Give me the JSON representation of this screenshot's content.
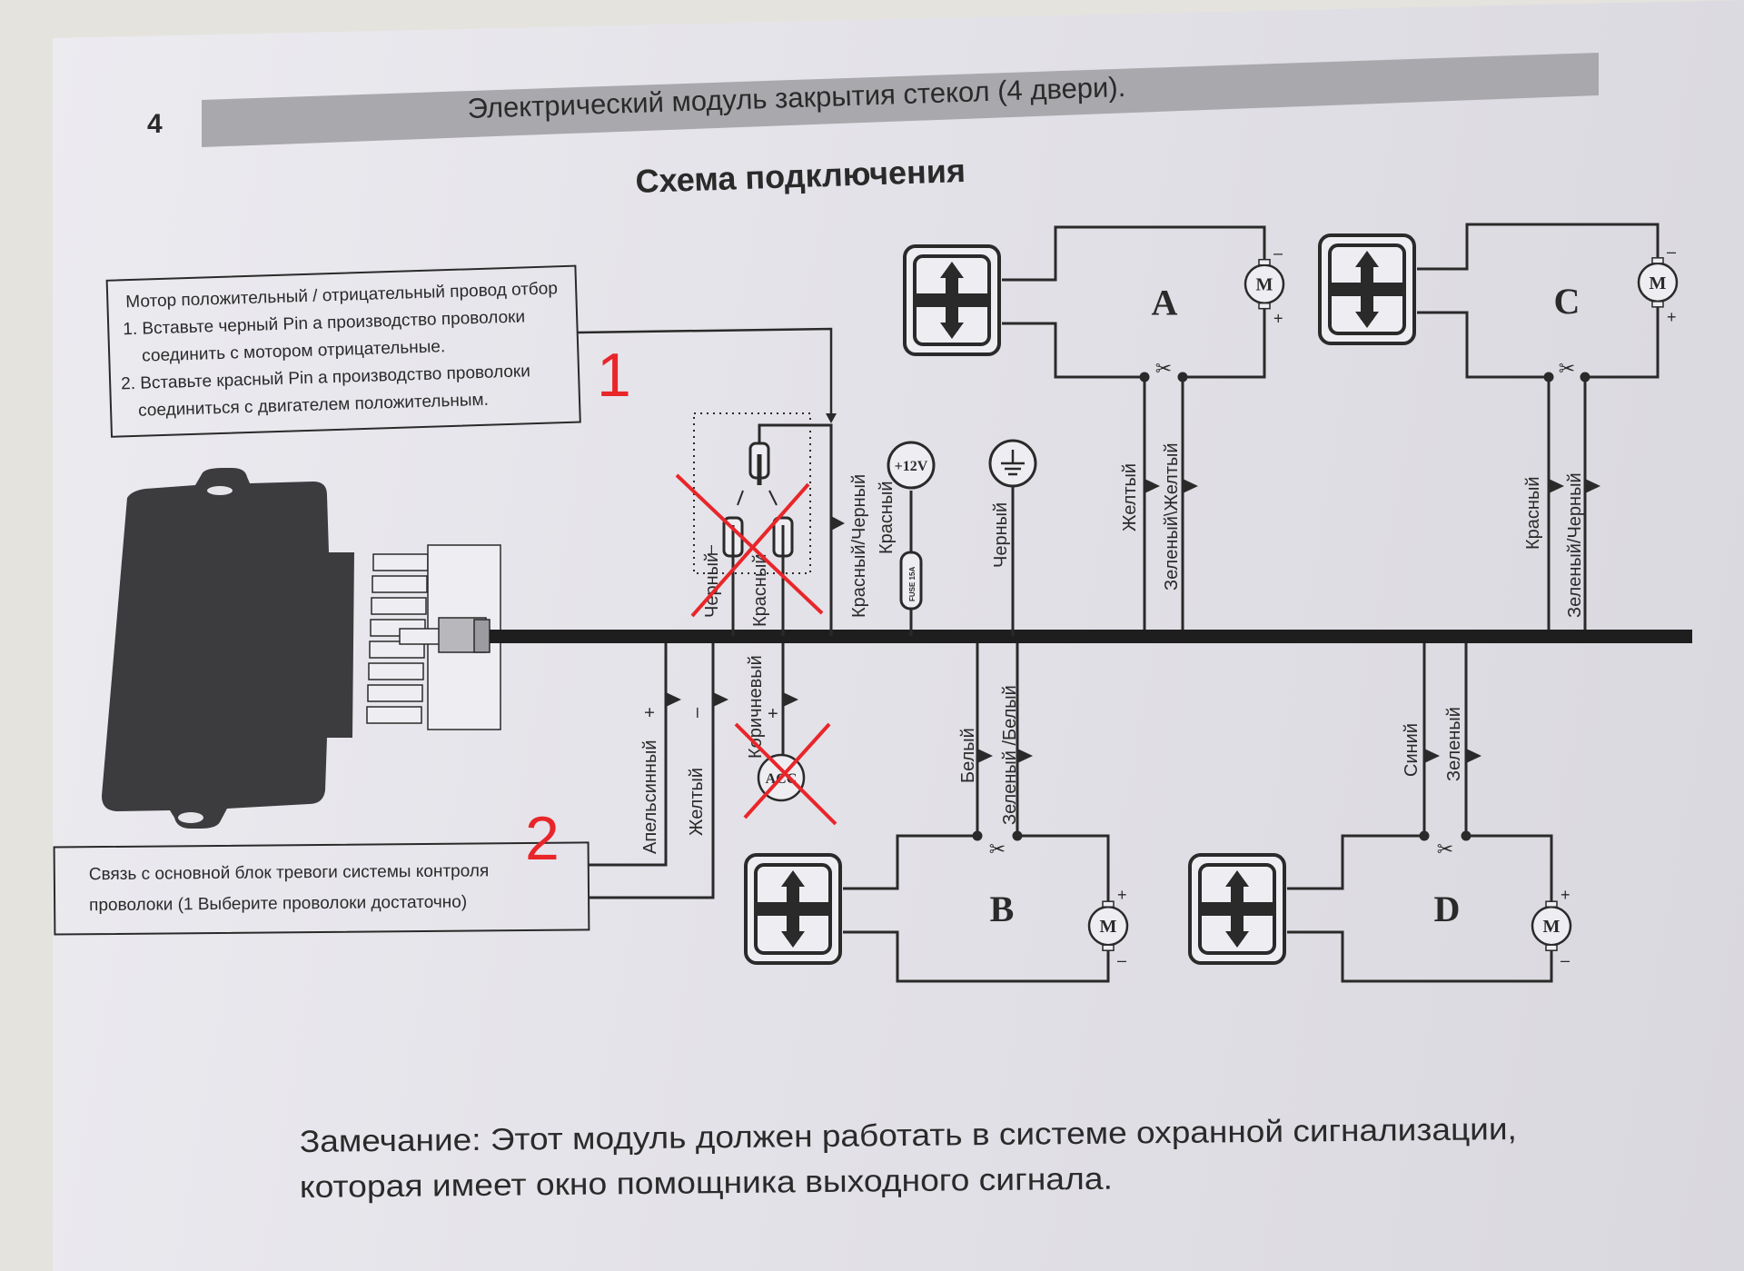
{
  "header": {
    "page_number": "4",
    "title": "Электрический модуль закрытия стекол (4 двери).",
    "subtitle": "Схема подключения"
  },
  "colors": {
    "ink": "#2a2a2a",
    "header_band": "#a9a8ac",
    "annotation_red": "#e8262a",
    "module_body": "#3c3b3e"
  },
  "note_box_top": {
    "lines": [
      "Мотор положительный / отрицательный провод отбор",
      "1. Вставьте черный Pin а производство проволоки",
      "соединить с мотором отрицательные.",
      "2. Вставьте красный Pin а производство проволоки",
      "соединиться с двигателем положительным."
    ]
  },
  "note_box_bottom": {
    "lines": [
      "Связь с основной блок тревоги системы контроля",
      "проволоки (1 Выберите проволоки достаточно)"
    ]
  },
  "annotations": {
    "mark_1": "1",
    "mark_2": "2"
  },
  "wires_top": {
    "pin_black": "Черный",
    "pin_black_sign": "–",
    "pin_red": "Красный",
    "pin_red_sign": "+",
    "red_black": "Красный/Черный",
    "red_12v": "Красный",
    "ground_black": "Черный",
    "a_yellow": "Желтый",
    "a_green_yellow": "Зеленый\\Желтый",
    "c_red": "Красный",
    "c_green_black": "Зеленый/Черный"
  },
  "wires_bottom": {
    "orange": "Апельсинный",
    "orange_sign": "+",
    "yellow": "Желтый",
    "yellow_sign": "–",
    "brown": "Коричневый",
    "brown_sign": "+",
    "b_white": "Белый",
    "b_green_white": "Зеленый /Белый",
    "d_blue": "Синий",
    "d_green": "Зеленый"
  },
  "symbols": {
    "power": "+12V",
    "fuse": "FUSE 15A",
    "acc": "ACC",
    "motor": "M",
    "plus": "+",
    "minus": "–"
  },
  "doors": [
    {
      "id": "A",
      "label": "A"
    },
    {
      "id": "B",
      "label": "B"
    },
    {
      "id": "C",
      "label": "C"
    },
    {
      "id": "D",
      "label": "D"
    }
  ],
  "footer": {
    "note_line_1": "Замечание: Этот модуль должен работать в системе охранной сигнализации,",
    "note_line_2": "которая имеет окно помощника выходного сигнала."
  }
}
